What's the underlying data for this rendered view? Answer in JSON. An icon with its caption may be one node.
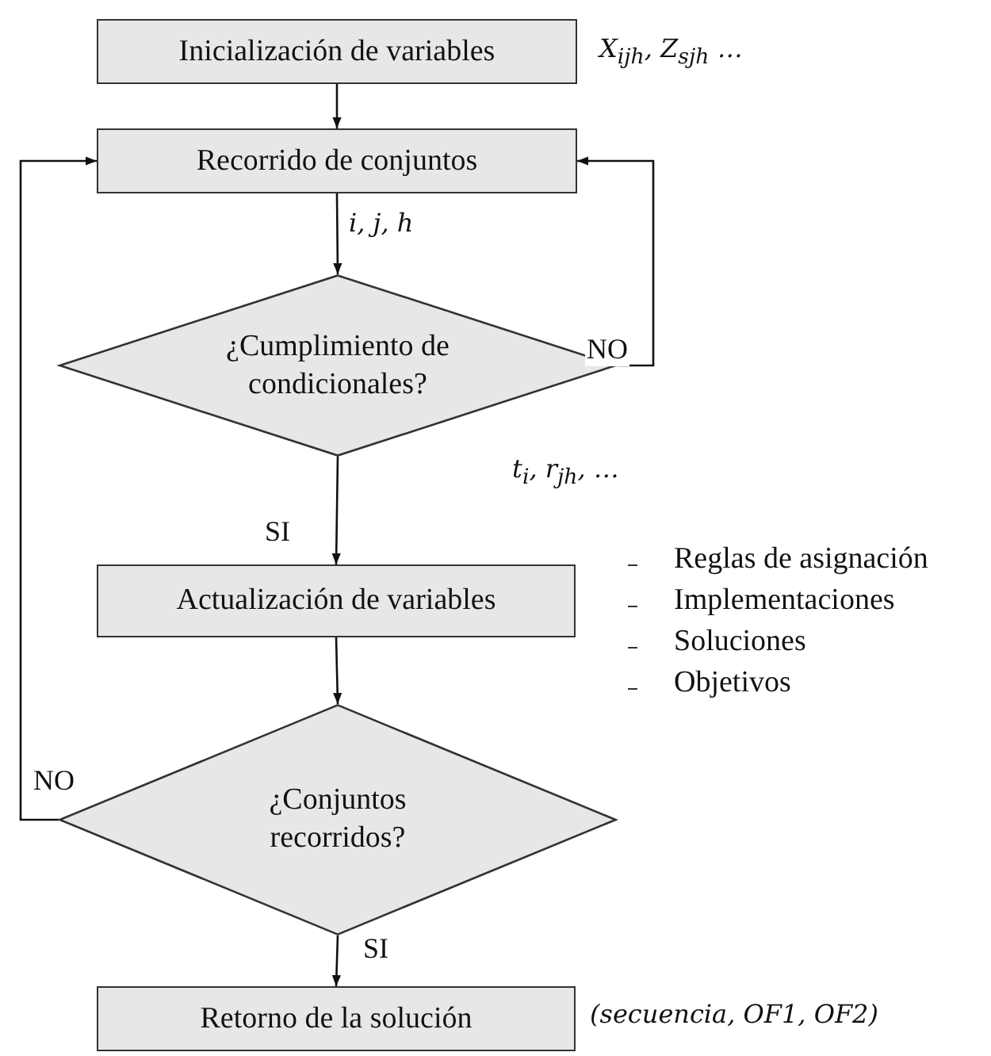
{
  "diagram": {
    "nodes": [
      {
        "text": [
          "Inicialización de variables"
        ],
        "beside": [
          "X$_{ijh}$, Z$_{sjh}$ …"
        ]
      },
      {
        "text": [
          "Recorrido de conjuntos"
        ]
      },
      {
        "text": [
          "¿Cumplimiento de condicionales?"
        ],
        "beside": [
          "t$_{i}$, r$_{jh}$, …"
        ]
      },
      {
        "text": [
          "Actualización de variables"
        ],
        "beside": [
          "Reglas de asignación",
          "Implementaciones",
          "Soluciones",
          "Objetivos"
        ]
      },
      {
        "text": [
          "¿Conjuntos recorridos?"
        ]
      },
      {
        "text": [
          "Retorno de la solución"
        ],
        "beside": [
          "(secuencia, OF1, OF2)"
        ]
      }
    ],
    "edges": [
      {
        "from": 0,
        "to": 1,
        "arrow": "to"
      },
      {
        "from": 1,
        "to": 2,
        "arrow": "to",
        "label": "i, j, h"
      },
      {
        "from": 2,
        "to": 1,
        "arrow": "to",
        "label": "NO"
      },
      {
        "from": 2,
        "to": 3,
        "arrow": "to",
        "label": "SI"
      },
      {
        "from": 3,
        "to": 4,
        "arrow": "to"
      },
      {
        "from": 4,
        "to": 1,
        "arrow": "to",
        "label": "NO"
      },
      {
        "from": 4,
        "to": 5,
        "arrow": "to",
        "label": "SI"
      }
    ]
  }
}
